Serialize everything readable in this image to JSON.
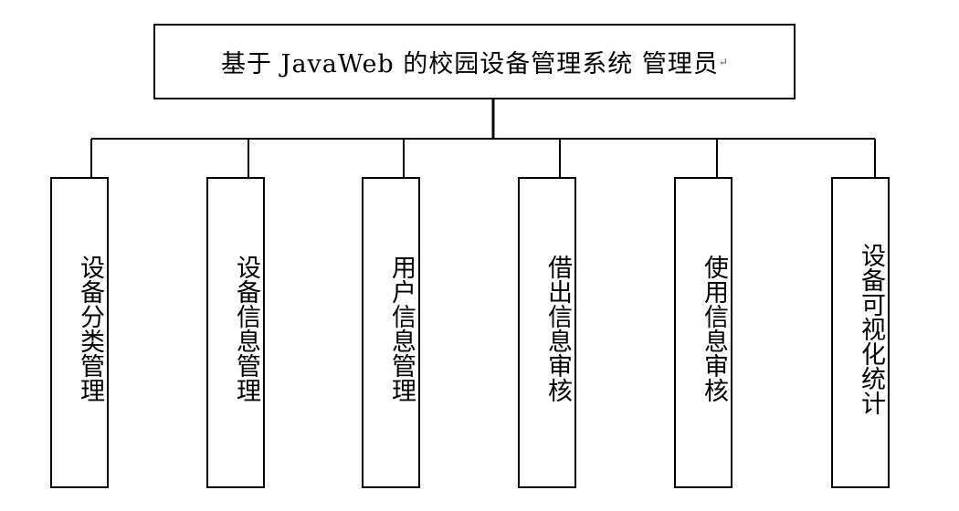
{
  "root": {
    "title": "基于 JavaWeb 的校园设备管理系统 管理员"
  },
  "modules": [
    {
      "label": "设备分类管理"
    },
    {
      "label": "设备信息管理"
    },
    {
      "label": "用户信息管理"
    },
    {
      "label": "借出信息审核"
    },
    {
      "label": "使用信息审核"
    },
    {
      "label": "设备可视化统计"
    }
  ]
}
